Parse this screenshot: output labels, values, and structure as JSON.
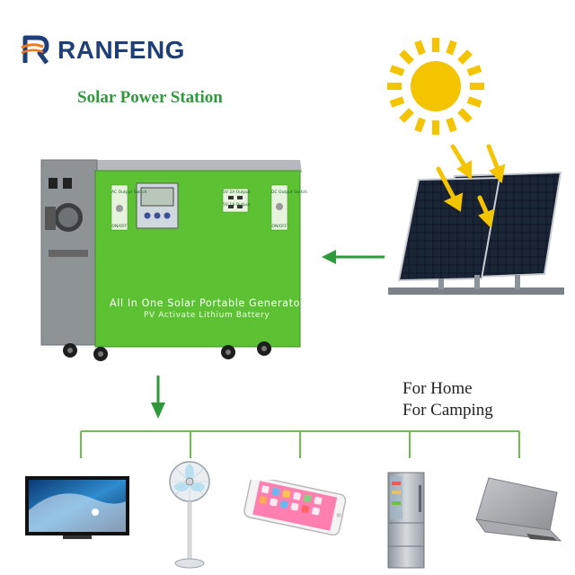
{
  "brand": {
    "name": "RANFENG",
    "logo_icon": "ranfeng-logo-icon"
  },
  "subtitle": "Solar Power Station",
  "generator": {
    "line1": "All In One Solar Portable Generator",
    "line2": "PV Activate Lithium Battery",
    "ac_panel_label": "AC Output Switch",
    "usb_label_1": "5V 2A Output",
    "usb_label_2": "5V 1A Output",
    "dc_panel_label": "DC Output Switch",
    "switch_label": "ON/OFF"
  },
  "usage": {
    "line1": "For Home",
    "line2": "For Camping"
  },
  "colors": {
    "brand_blue": "#1f3f78",
    "brand_orange": "#f07a1a",
    "green": "#2f9a3c",
    "generator_green": "#5dc233",
    "sun": "#f5c400"
  },
  "devices": [
    {
      "name": "television",
      "icon": "tv-icon"
    },
    {
      "name": "fan",
      "icon": "fan-icon"
    },
    {
      "name": "phone",
      "icon": "phone-icon"
    },
    {
      "name": "refrigerator",
      "icon": "fridge-icon"
    },
    {
      "name": "laptop",
      "icon": "laptop-icon"
    }
  ]
}
